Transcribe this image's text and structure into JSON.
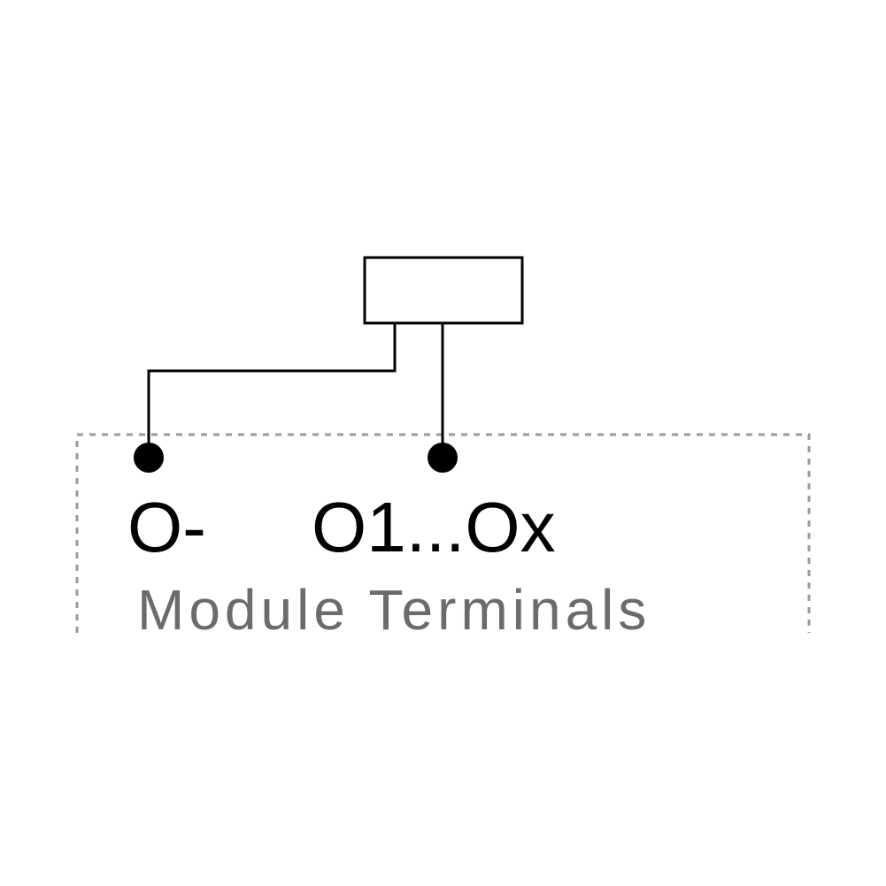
{
  "terminals": {
    "negative_label": "O-",
    "outputs_label": "O1...Ox"
  },
  "module": {
    "label": "Module Terminals"
  },
  "colors": {
    "wire": "#000000",
    "module_border": "#9a9a9a",
    "module_label": "#6b6b6b",
    "background": "#ffffff"
  }
}
